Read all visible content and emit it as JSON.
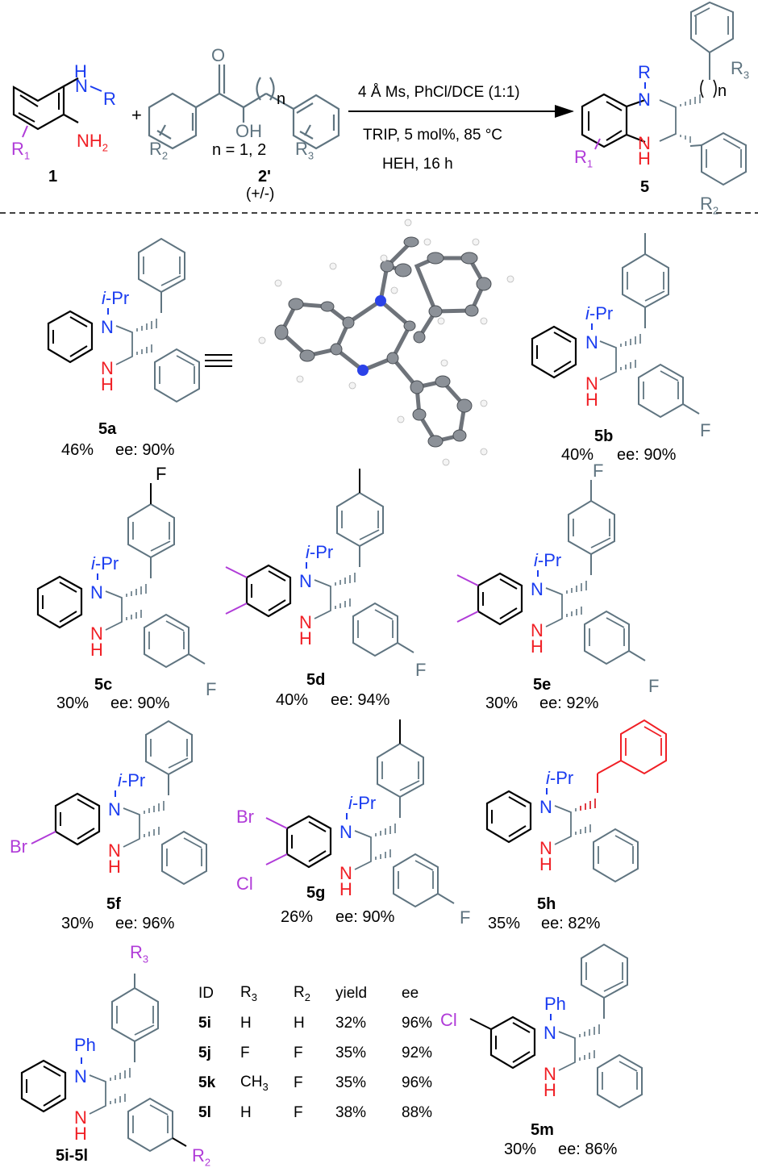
{
  "scheme": {
    "reactants": {
      "diamine": {
        "label": "1",
        "substituent": "R1",
        "amine_top": "N-R",
        "amine_bottom": "NH2"
      },
      "ketone": {
        "label": "2'",
        "racemic": "(+/-)",
        "n_values": "n = 1, 2",
        "substituents": [
          "R2",
          "R3"
        ],
        "groups": [
          "O",
          "OH"
        ]
      },
      "plus": "+"
    },
    "conditions": {
      "line1": "4 Å Ms, PhCl/DCE (1:1)",
      "line2": "TRIP, 5 mol%, 85 °C",
      "line3": "HEH, 16 h"
    },
    "product": {
      "label": "5",
      "substituents": [
        "R",
        "R1",
        "R2",
        "R3",
        "n"
      ]
    },
    "equiv_symbol": "≡",
    "crystal_structure": "X-ray ORTEP of 5a"
  },
  "compounds": [
    {
      "id": "5a",
      "yield": "46%",
      "ee": "ee: 90%",
      "n_sub": "i-Pr"
    },
    {
      "id": "5b",
      "yield": "40%",
      "ee": "ee: 90%",
      "n_sub": "i-Pr",
      "aryl_sub": "F"
    },
    {
      "id": "5c",
      "yield": "30%",
      "ee": "ee: 90%",
      "n_sub": "i-Pr",
      "aryl_sub": "F",
      "benzyl_sub": "F"
    },
    {
      "id": "5d",
      "yield": "40%",
      "ee": "ee: 94%",
      "n_sub": "i-Pr",
      "aryl_sub": "F"
    },
    {
      "id": "5e",
      "yield": "30%",
      "ee": "ee: 92%",
      "n_sub": "i-Pr",
      "aryl_sub": "F",
      "benzyl_sub": "F"
    },
    {
      "id": "5f",
      "yield": "30%",
      "ee": "ee: 96%",
      "n_sub": "i-Pr",
      "ring_sub": "Br"
    },
    {
      "id": "5g",
      "yield": "26%",
      "ee": "ee: 90%",
      "n_sub": "i-Pr",
      "ring_sub": [
        "Br",
        "Cl"
      ],
      "aryl_sub": "F"
    },
    {
      "id": "5h",
      "yield": "35%",
      "ee": "ee: 82%",
      "n_sub": "i-Pr"
    },
    {
      "id": "5i-5l",
      "n_sub": "Ph",
      "sub_labels": [
        "R3",
        "R2"
      ]
    },
    {
      "id": "5m",
      "yield": "30%",
      "ee": "ee: 86%",
      "n_sub": "Ph",
      "ring_sub": "Cl"
    }
  ],
  "table": {
    "headers": [
      "ID",
      "R3",
      "R2",
      "yield",
      "ee"
    ],
    "rows": [
      {
        "id": "5i",
        "r3": "H",
        "r2": "H",
        "yield": "32%",
        "ee": "96%"
      },
      {
        "id": "5j",
        "r3": "F",
        "r2": "F",
        "yield": "35%",
        "ee": "92%"
      },
      {
        "id": "5k",
        "r3": "CH3",
        "r2": "F",
        "yield": "35%",
        "ee": "96%"
      },
      {
        "id": "5l",
        "r3": "H",
        "r2": "F",
        "yield": "38%",
        "ee": "88%"
      }
    ]
  },
  "colors": {
    "black": "#000000",
    "grey_aryl": "#5f7480",
    "blue_N": "#1a3cf0",
    "red_NH": "#f01f25",
    "purple_R1": "#b03bd8"
  }
}
